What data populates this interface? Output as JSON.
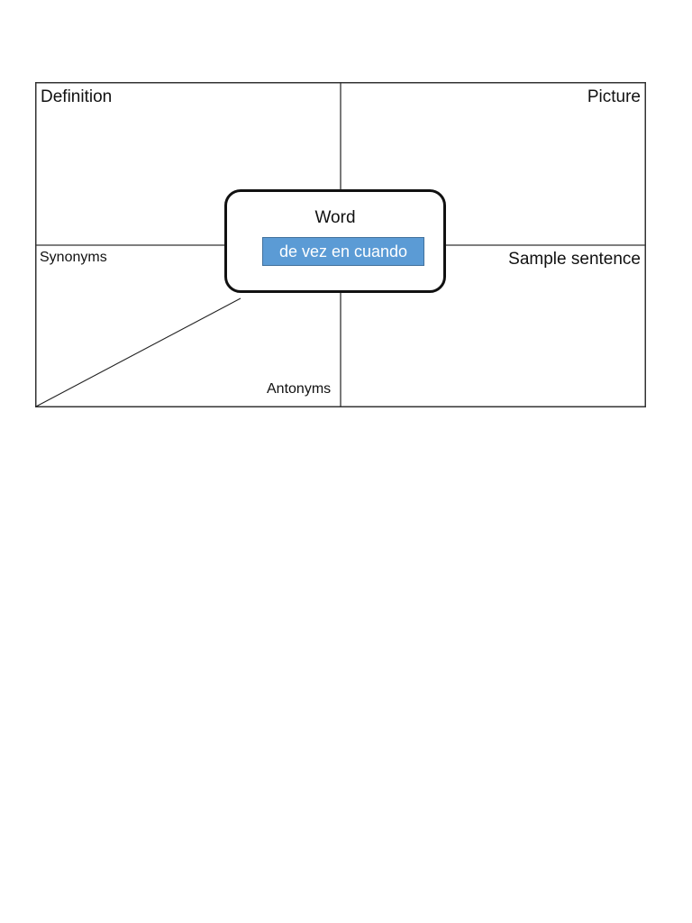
{
  "diagram": {
    "quadrants": {
      "definition": "Definition",
      "picture": "Picture",
      "synonyms": "Synonyms",
      "sample_sentence": "Sample sentence",
      "antonyms": "Antonyms"
    },
    "center": {
      "title": "Word",
      "word": "de vez en cuando",
      "word_fill_color": "#5b9bd5"
    }
  }
}
